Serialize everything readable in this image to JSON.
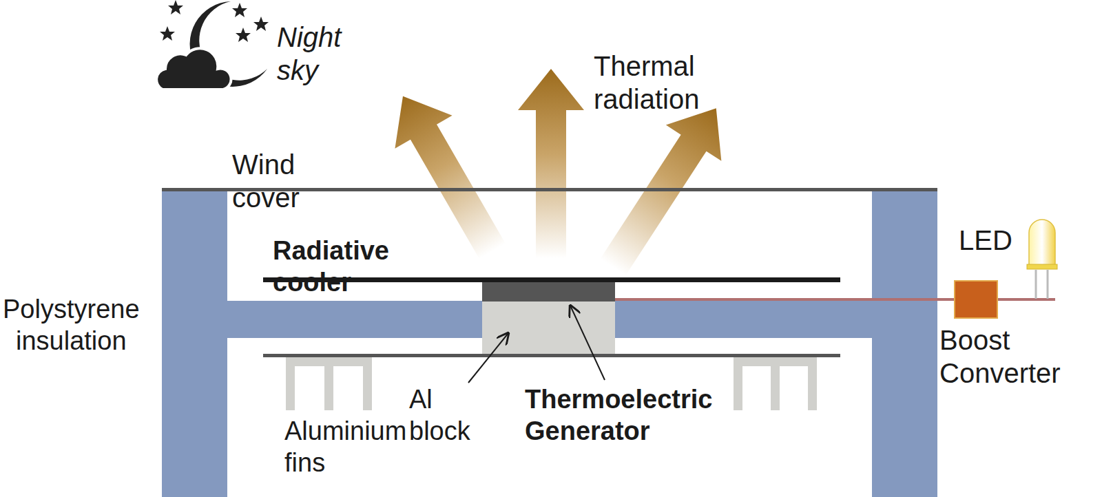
{
  "diagram": {
    "labels": [
      "Night sky",
      "Thermal radiation",
      "Wind cover",
      "LED",
      "Radiative cooler",
      "Polystyrene insulation",
      "Boost Converter",
      "Al block",
      "Thermoelectric Generator",
      "Aluminium fins"
    ]
  }
}
